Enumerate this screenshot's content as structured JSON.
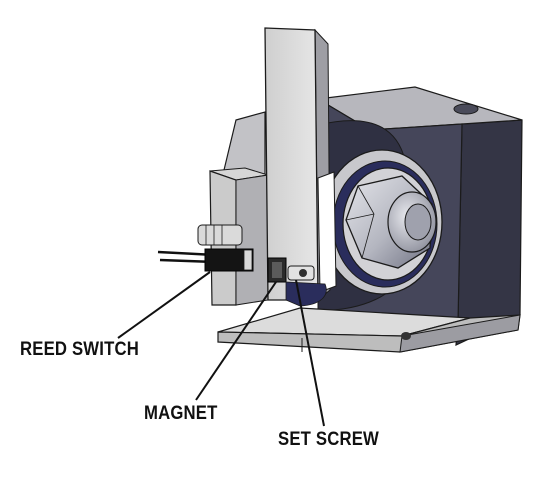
{
  "labels": {
    "reed_switch": "REED SWITCH",
    "magnet": "MAGNET",
    "set_screw": "SET SCREW"
  },
  "colors": {
    "housing_light": "#c9c9c9",
    "housing_mid": "#a9a9ae",
    "housing_dark": "#3c3d4d",
    "housing_darkest": "#262736",
    "plate": "#d9d9d9",
    "nut": "#b4b6c0",
    "accent_blue": "#2a2d5c",
    "outline": "#1b1b1b",
    "callout_line": "#111111",
    "text": "#111111"
  }
}
